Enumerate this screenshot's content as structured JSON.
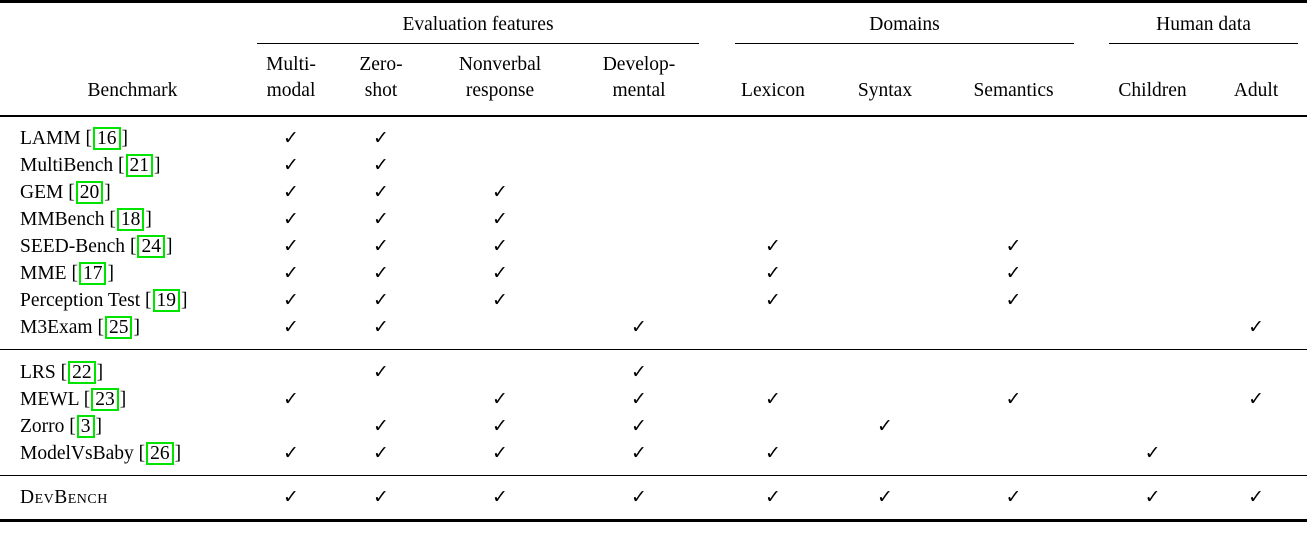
{
  "check_glyph": "✓",
  "punct": {
    "open": "[",
    "close": "]"
  },
  "colors": {
    "link_box": "#00e400",
    "text": "#000000",
    "rule": "#000000"
  },
  "header": {
    "benchmark_label": "Benchmark",
    "groups": [
      {
        "label": "Evaluation features",
        "span": 4
      },
      {
        "label": "Domains",
        "span": 3
      },
      {
        "label": "Human data",
        "span": 2
      }
    ],
    "columns": [
      {
        "id": "multi-modal",
        "lines": [
          "Multi-",
          "modal"
        ]
      },
      {
        "id": "zero-shot",
        "lines": [
          "Zero-",
          "shot"
        ]
      },
      {
        "id": "nonverbal-response",
        "lines": [
          "Nonverbal",
          "response"
        ]
      },
      {
        "id": "developmental",
        "lines": [
          "Develop-",
          "mental"
        ]
      },
      {
        "id": "lexicon",
        "lines": [
          "Lexicon"
        ]
      },
      {
        "id": "syntax",
        "lines": [
          "Syntax"
        ]
      },
      {
        "id": "semantics",
        "lines": [
          "Semantics"
        ]
      },
      {
        "id": "children",
        "lines": [
          "Children"
        ]
      },
      {
        "id": "adult",
        "lines": [
          "Adult"
        ]
      }
    ]
  },
  "sections": [
    {
      "rows": [
        {
          "name": "LAMM",
          "cite": "16",
          "checks": [
            1,
            1,
            0,
            0,
            0,
            0,
            0,
            0,
            0
          ]
        },
        {
          "name": "MultiBench",
          "cite": "21",
          "checks": [
            1,
            1,
            0,
            0,
            0,
            0,
            0,
            0,
            0
          ]
        },
        {
          "name": "GEM",
          "cite": "20",
          "checks": [
            1,
            1,
            1,
            0,
            0,
            0,
            0,
            0,
            0
          ]
        },
        {
          "name": "MMBench",
          "cite": "18",
          "checks": [
            1,
            1,
            1,
            0,
            0,
            0,
            0,
            0,
            0
          ]
        },
        {
          "name": "SEED-Bench",
          "cite": "24",
          "checks": [
            1,
            1,
            1,
            0,
            1,
            0,
            1,
            0,
            0
          ]
        },
        {
          "name": "MME",
          "cite": "17",
          "checks": [
            1,
            1,
            1,
            0,
            1,
            0,
            1,
            0,
            0
          ]
        },
        {
          "name": "Perception Test",
          "cite": "19",
          "checks": [
            1,
            1,
            1,
            0,
            1,
            0,
            1,
            0,
            0
          ]
        },
        {
          "name": "M3Exam",
          "cite": "25",
          "checks": [
            1,
            1,
            0,
            1,
            0,
            0,
            0,
            0,
            1
          ]
        }
      ]
    },
    {
      "rows": [
        {
          "name": "LRS",
          "cite": "22",
          "checks": [
            0,
            1,
            0,
            1,
            0,
            0,
            0,
            0,
            0
          ]
        },
        {
          "name": "MEWL",
          "cite": "23",
          "checks": [
            1,
            0,
            1,
            1,
            1,
            0,
            1,
            0,
            1
          ]
        },
        {
          "name": "Zorro",
          "cite": "3",
          "checks": [
            0,
            1,
            1,
            1,
            0,
            1,
            0,
            0,
            0
          ]
        },
        {
          "name": "ModelVsBaby",
          "cite": "26",
          "checks": [
            1,
            1,
            1,
            1,
            1,
            0,
            0,
            1,
            0
          ]
        }
      ]
    },
    {
      "rows": [
        {
          "name": "DevBench",
          "cite": null,
          "smallcaps": true,
          "checks": [
            1,
            1,
            1,
            1,
            1,
            1,
            1,
            1,
            1
          ]
        }
      ]
    }
  ]
}
